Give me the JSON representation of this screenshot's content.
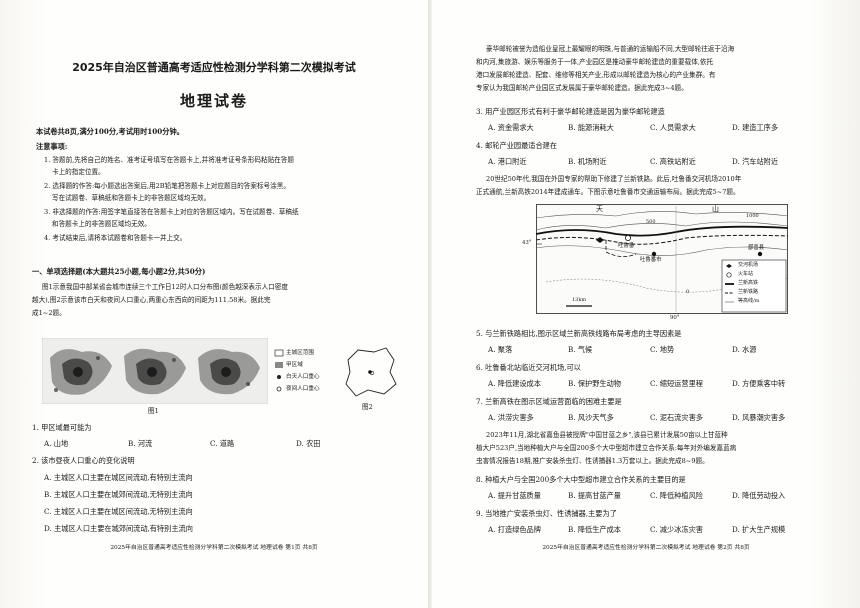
{
  "page1": {
    "header": "2025年自治区普通高考适应性检测分学科第二次模拟考试",
    "title": "地理试卷",
    "intro": "本试卷共8页,满分100分,考试用时100分钟。",
    "notice_title": "注意事项:",
    "notices": [
      "1. 答题前,先将自己的姓名、准考证号填写在答题卡上,并将准考证号条形码粘贴在答题",
      "卡上的指定位置。",
      "2. 选择题的作答:每小题选出答案后,用2B铅笔把答题卡上对应题目的答案标号涂黑。",
      "写在试题卷、草稿纸和答题卡上的非答题区域均无效。",
      "3. 非选择题的作答:用签字笔直接答在答题卡上对应的答题区域内。写在试题卷、草稿纸",
      "和答题卡上的非答题区域均无效。",
      "4. 考试结束后,请将本试题卷和答题卡一并上交。"
    ],
    "section": "一、单项选择题(本大题共25小题,每小题2分,共50分)",
    "stem": [
      "图1示意我国中部某省会城市连续三个工作日12时人口分布图(颜色越深表示人口密度",
      "越大),图2示意该市白天和夜间人口重心,两重心东西向的间距为111.58米。据此完",
      "成1~2题。"
    ],
    "fig1_label": "图1",
    "fig2_label": "图2",
    "legend": [
      "主城区范围",
      "甲区域",
      "白天人口重心",
      "夜间人口重心"
    ],
    "questions": [
      {
        "q": "1. 甲区域最可能为",
        "opts": [
          "A. 山地",
          "B. 河流",
          "C. 道路",
          "D. 农田"
        ],
        "layout": "row"
      },
      {
        "q": "2. 该市昼夜人口重心的变化说明",
        "opts": [
          "A. 主城区人口主要在城区间流动,有特别主流向",
          "B. 主城区人口主要在城郊间流动,无特别主流向",
          "C. 主城区人口主要在城区间流动,无特别主流向",
          "D. 主城区人口主要在城郊间流动,有特别主流向"
        ],
        "layout": "col"
      }
    ],
    "footer": "2025年自治区普通高考适应性检测分学科第二次模拟考试    地理试卷    第1页  共8页"
  },
  "page2": {
    "para1": [
      "豪华邮轮被誉为造船业皇冠上最耀眼的明珠,与普通的运输船不同,大型邮轮往返于沿海",
      "和内河,集旅游、娱乐等服务于一体,产业园区是推动豪华邮轮建造的重要载体,依托",
      "港口发展邮轮建造、配套、维修等相关产业,形成以邮轮建造为核心的产业集群。有",
      "专家认为我国邮轮产业园区式发展属于豪华邮轮建造。据此完成3~4题。"
    ],
    "questions_a": [
      {
        "q": "3. 用产业园区形式有利于豪华邮轮建造是因为豪华邮轮建造",
        "opts": [
          "A. 资金需求大",
          "B. 能源消耗大",
          "C. 人员需求大",
          "D. 建造工序多"
        ]
      },
      {
        "q": "4. 邮轮产业园最适合建在",
        "opts": [
          "A. 港口附近",
          "B. 机场附近",
          "C. 高铁站附近",
          "D. 汽车站附近"
        ]
      }
    ],
    "para2": [
      "20世纪50年代,我国在外国专家的帮助下修建了兰新铁路。此后,吐鲁番交河机场2010年",
      "正式通航,兰新高铁2014年建成通车。下图示意吐鲁番市交通运输布局。据此完成5~7题。"
    ],
    "map": {
      "labels": [
        "天",
        "山",
        "吐鲁番",
        "吐鲁番市",
        "鄯善县"
      ],
      "contours": [
        "500",
        "1000",
        "0"
      ],
      "lat": "43°",
      "lon": "90°",
      "scale": "13km",
      "legend": [
        "交河机场",
        "火车站",
        "兰新高铁",
        "兰新铁路",
        "等高线/m"
      ]
    },
    "questions_b": [
      {
        "q": "5. 与兰新铁路相比,图示区域兰新高铁线路布局考虑的主导因素是",
        "opts": [
          "A. 聚落",
          "B. 气候",
          "C. 地势",
          "D. 水源"
        ]
      },
      {
        "q": "6. 吐鲁番北站临近交河机场,可以",
        "opts": [
          "A. 降低建设成本",
          "B. 保护野生动物",
          "C. 缩短运营里程",
          "D. 方便乘客中转"
        ]
      },
      {
        "q": "7. 兰新高铁在图示区域运营面临的困难主要是",
        "opts": [
          "A. 洪涝灾害多",
          "B. 风沙天气多",
          "C. 泥石流灾害多",
          "D. 风暴潮灾害多"
        ]
      }
    ],
    "para3": [
      "2023年11月,湖北省嘉鱼县被授牌\"中国甘蓝之乡\",该县已累计发展50亩以上甘蓝种",
      "植大户523户,当地种植大户与全国200多个大中型超市建立合作关系:每年对外编发嘉蓝病",
      "虫害情况报告18期,推广安装杀虫灯、性诱捕器1.3万套以上。据此完成8~9题。"
    ],
    "questions_c": [
      {
        "q": "8. 种植大户与全国200多个大中型超市建立合作关系的主要目的是",
        "opts": [
          "A. 提升甘蓝质量",
          "B. 提高甘蓝产量",
          "C. 降低种植风险",
          "D. 降低劳动投入"
        ]
      },
      {
        "q": "9. 当地推广安装杀虫灯、性诱捕器,主要为了",
        "opts": [
          "A. 打造绿色品牌",
          "B. 降低生产成本",
          "C. 减少冰冻灾害",
          "D. 扩大生产规模"
        ]
      }
    ],
    "footer": "2025年自治区普通高考适应性检测分学科第二次模拟考试    地理试卷    第2页  共8页"
  }
}
